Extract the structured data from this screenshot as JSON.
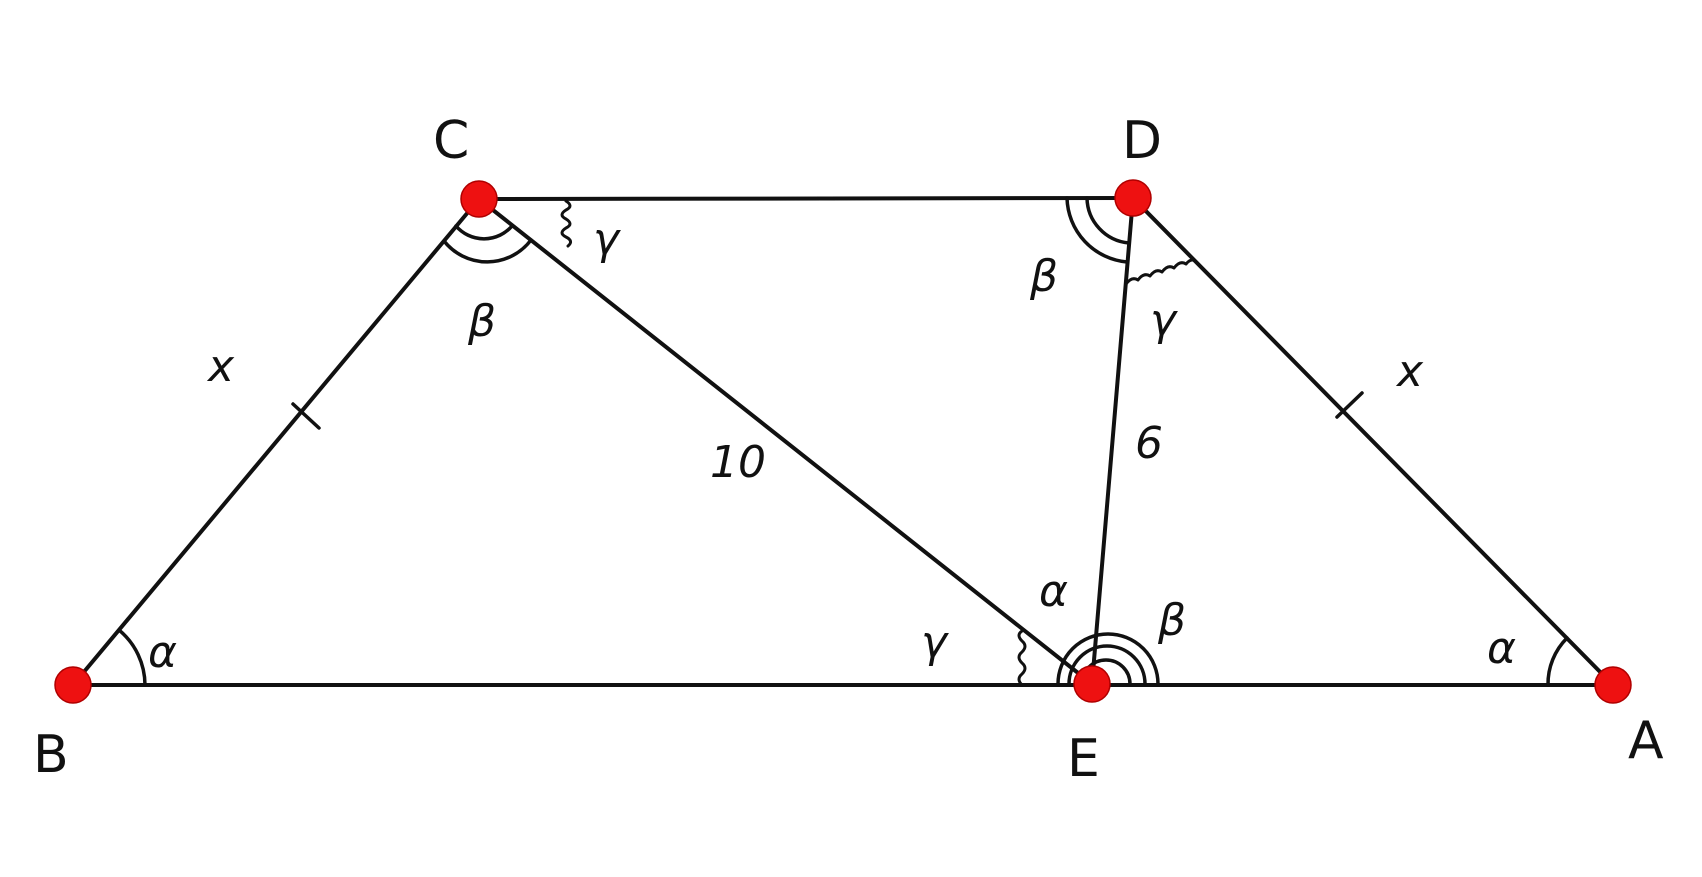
{
  "colors": {
    "stroke": "#111111",
    "vertex_fill": "#ee1111",
    "background": "#ffffff"
  },
  "vertices": [
    {
      "id": "C",
      "label": "C"
    },
    {
      "id": "D",
      "label": "D"
    },
    {
      "id": "B",
      "label": "B"
    },
    {
      "id": "E",
      "label": "E"
    },
    {
      "id": "A",
      "label": "A"
    }
  ],
  "segments": [
    {
      "id": "CD",
      "from": "C",
      "to": "D"
    },
    {
      "id": "CB",
      "from": "C",
      "to": "B"
    },
    {
      "id": "CE",
      "from": "C",
      "to": "E"
    },
    {
      "id": "DE",
      "from": "D",
      "to": "E"
    },
    {
      "id": "DA",
      "from": "D",
      "to": "A"
    },
    {
      "id": "BA",
      "from": "B",
      "to": "A"
    }
  ],
  "side_labels": {
    "cb": "x",
    "da": "x",
    "ce": "10",
    "de": "6"
  },
  "angle_labels": {
    "b": "α",
    "a": "α",
    "e_left": "α",
    "e_right": "β",
    "c_lower": "β",
    "c_upper": "γ",
    "d_left": "β",
    "d_right": "γ",
    "e_gamma": "γ"
  }
}
